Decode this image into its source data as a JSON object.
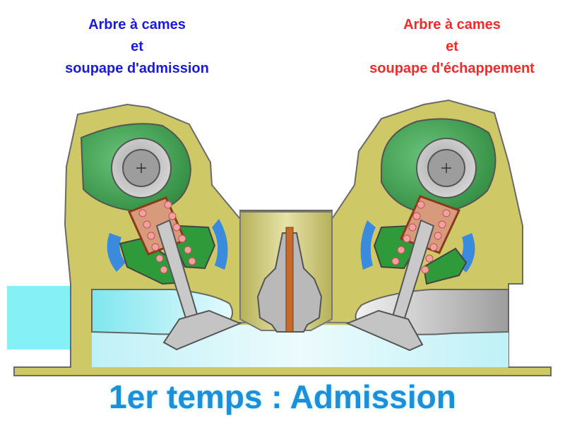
{
  "intake_label": {
    "line1": "Arbre à cames",
    "line2": "et",
    "line3": "soupape d'admission",
    "color": "#1a1adb"
  },
  "exhaust_label": {
    "line1": "Arbre à cames",
    "line2": "et",
    "line3": "soupape d'échappement",
    "color": "#f22a2a"
  },
  "caption": "1er temps : Admission",
  "colors": {
    "head": "#c8c25a",
    "camshaft_housing": "#3f9b4c",
    "cam": "#c0c0c0",
    "water_jacket": "#3a8bde",
    "spring": "#f29a9a",
    "intake_flow": "#9fe9ef",
    "exhaust_flow": "#d0d0d0",
    "caption": "#1c8fd8"
  }
}
